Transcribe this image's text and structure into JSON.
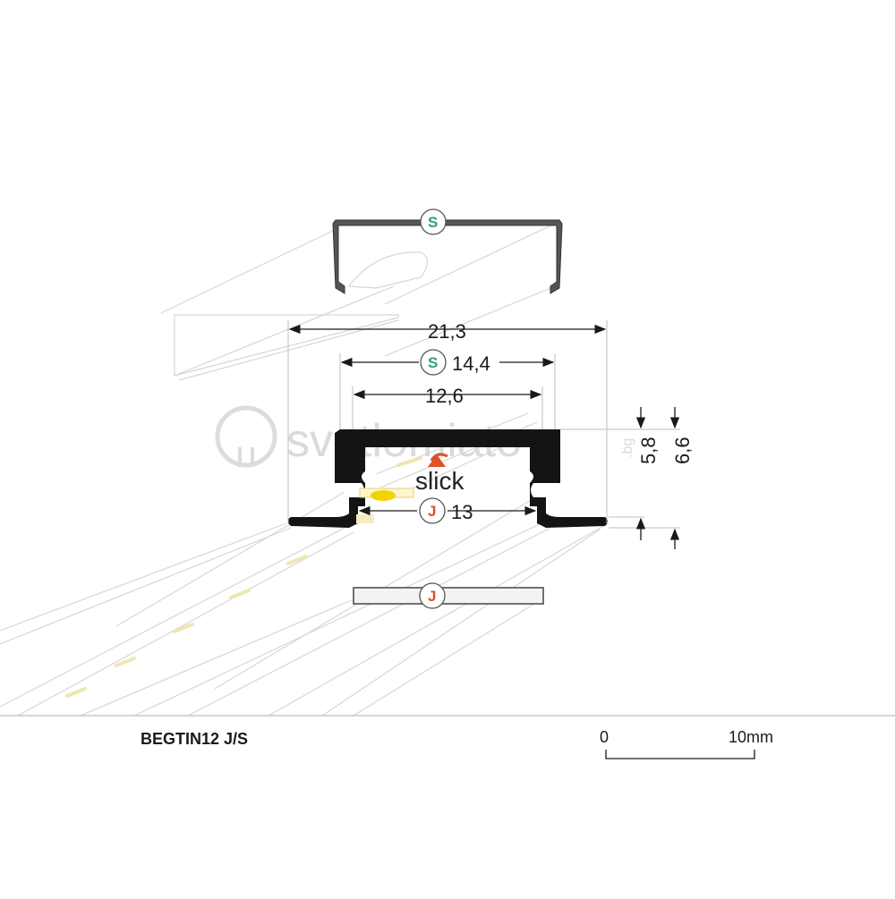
{
  "product": {
    "name": "BEGTIN12 J/S"
  },
  "watermark": {
    "text": "svetlomiato",
    "suffix": ".bg"
  },
  "dimensions": {
    "overall_width": "21,3",
    "cover_s_width": "14,4",
    "inner_width": "12,6",
    "cover_j_width": "13",
    "height_body": "5,8",
    "height_total": "6,6"
  },
  "badges": {
    "s_label": "S",
    "j_label": "J",
    "s_color": "#2e9e7e",
    "j_color": "#e0502a"
  },
  "brand": {
    "text": "slick",
    "accent_color": "#e0502a"
  },
  "scale_bar": {
    "start_label": "0",
    "end_label": "10mm"
  },
  "colors": {
    "profile": "#141414",
    "led": "#f2d300",
    "line": "#1a1a1a",
    "perspective": "#d2d2d2"
  }
}
